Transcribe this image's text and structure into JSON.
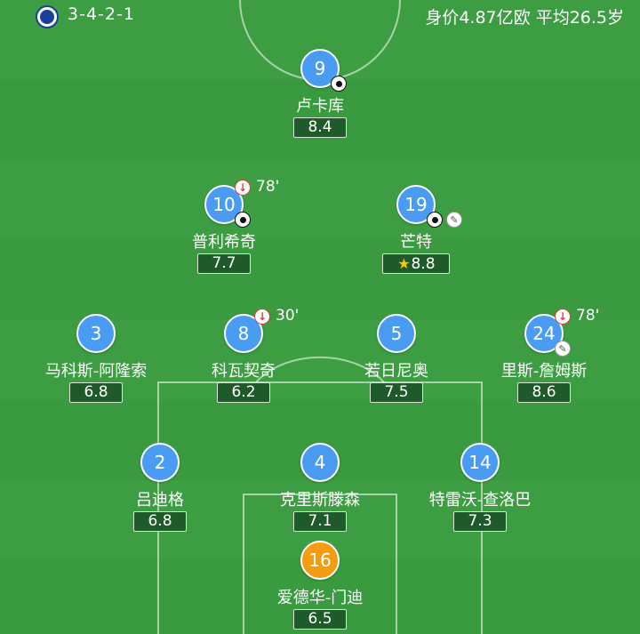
{
  "header": {
    "formation": "3-4-2-1",
    "value_summary": "身价4.87亿欧 平均26.5岁"
  },
  "players": [
    {
      "id": "lukaku",
      "number": "9",
      "name": "卢卡库",
      "rating": "8.4",
      "goal": true
    },
    {
      "id": "pulisic",
      "number": "10",
      "name": "普利希奇",
      "rating": "7.7",
      "goal": true,
      "sub_time": "78'"
    },
    {
      "id": "mount",
      "number": "19",
      "name": "芒特",
      "rating": "8.8",
      "goal": true,
      "assist": true,
      "motm": true
    },
    {
      "id": "alonso",
      "number": "3",
      "name": "马科斯-阿隆索",
      "rating": "6.8"
    },
    {
      "id": "kovacic",
      "number": "8",
      "name": "科瓦契奇",
      "rating": "6.2",
      "sub_time": "30'"
    },
    {
      "id": "jorginho",
      "number": "5",
      "name": "若日尼奥",
      "rating": "7.5"
    },
    {
      "id": "james",
      "number": "24",
      "name": "里斯-詹姆斯",
      "rating": "8.6",
      "assist": true,
      "sub_time": "78'"
    },
    {
      "id": "rudiger",
      "number": "2",
      "name": "吕迪格",
      "rating": "6.8"
    },
    {
      "id": "christensen",
      "number": "4",
      "name": "克里斯滕森",
      "rating": "7.1"
    },
    {
      "id": "chalobah",
      "number": "14",
      "name": "特雷沃-查洛巴",
      "rating": "7.3"
    },
    {
      "id": "mendy",
      "number": "16",
      "name": "爱德华-门迪",
      "rating": "6.5",
      "gk": true
    }
  ],
  "colors": {
    "pitch": "#3a9a3f",
    "pitch_dark": "#349037",
    "player_disc": "#4a9cf2",
    "goalkeeper_disc": "#f39c12",
    "rating_box": "#1f5a2a",
    "sub_arrow": "#e23b3b"
  },
  "icons": {
    "club": "club-crest-icon",
    "goal": "football-icon",
    "assist": "boot-icon",
    "sub_off": "substitution-off-icon",
    "motm": "star-icon"
  }
}
